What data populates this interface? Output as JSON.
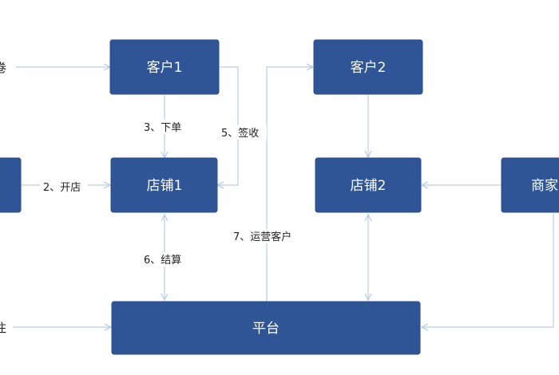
{
  "nodes": {
    "customer1": "客户1",
    "customer2": "客户2",
    "store1": "店铺1",
    "store2": "店铺2",
    "merchant": "商家",
    "platform": "平台",
    "left_mid": ""
  },
  "edge_labels": {
    "place_order": "3、下单",
    "sign_receipt": "5、签收",
    "open_store": "2、开店",
    "settlement": "6、结算",
    "operate_customers": "7、运营客户"
  },
  "cut_texts": {
    "top_left": "卷",
    "bottom_left": "住"
  }
}
